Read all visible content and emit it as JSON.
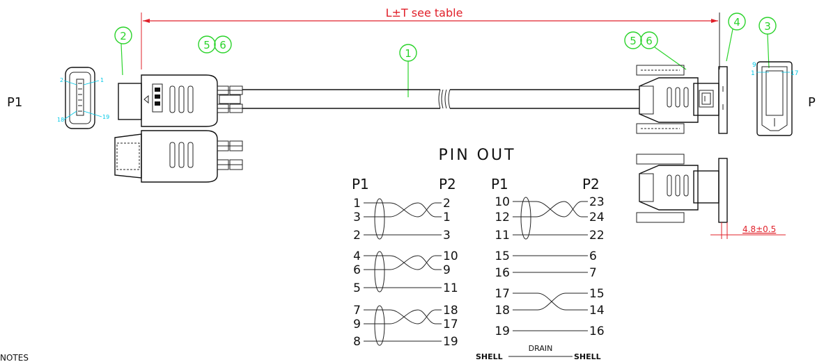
{
  "length_label": "L±T see table",
  "p1_left": "P1",
  "p2_right": "P",
  "balloons": {
    "b1": "1",
    "b2": "2",
    "b3": "3",
    "b4": "4",
    "b56_left": "56",
    "b56_right": "56"
  },
  "hdmi_pin_labels": {
    "top_left": "2",
    "top_right": "1",
    "bottom_left": "18",
    "bottom_right": "19"
  },
  "dvi_pin_labels": {
    "top_left": "9",
    "mid_left": "1",
    "mid_right": "17"
  },
  "dimension_label": "4.8±0.5",
  "pinout": {
    "title": "PIN OUT",
    "left_header_p1": "P1",
    "left_header_p2": "P2",
    "right_header_p1": "P1",
    "right_header_p2": "P2",
    "left_rows": [
      [
        "1",
        "2"
      ],
      [
        "3",
        "1"
      ],
      [
        "2",
        "3"
      ],
      [
        "4",
        "10"
      ],
      [
        "6",
        "9"
      ],
      [
        "5",
        "11"
      ],
      [
        "7",
        "18"
      ],
      [
        "9",
        "17"
      ],
      [
        "8",
        "19"
      ]
    ],
    "right_rows": [
      [
        "10",
        "23"
      ],
      [
        "12",
        "24"
      ],
      [
        "11",
        "22"
      ],
      [
        "15",
        "6"
      ],
      [
        "16",
        "7"
      ],
      [
        "17",
        "15"
      ],
      [
        "18",
        "14"
      ],
      [
        "19",
        "16"
      ]
    ],
    "shell_left": "SHELL",
    "drain": "DRAIN",
    "shell_right": "SHELL"
  },
  "notes_label": "NOTES"
}
